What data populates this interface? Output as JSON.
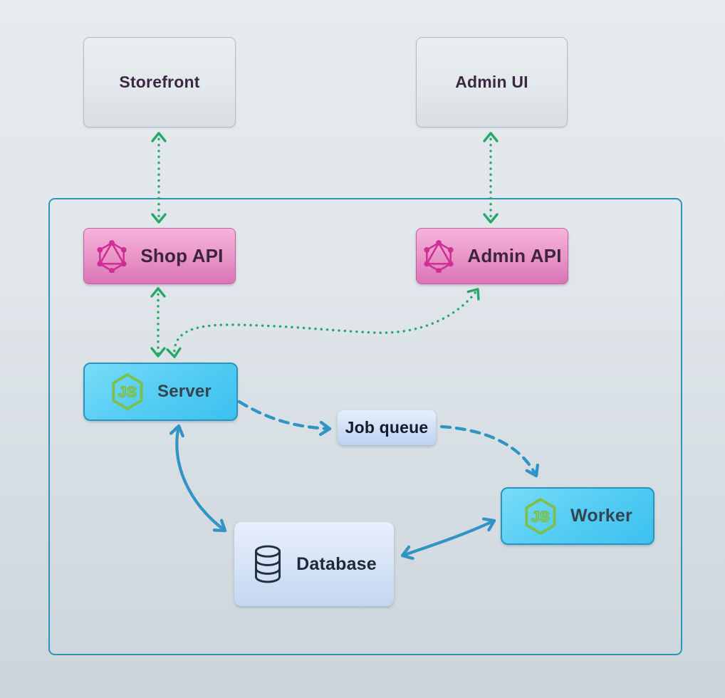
{
  "diagram": {
    "title": "E-commerce server architecture diagram",
    "nodes": {
      "storefront": {
        "label": "Storefront"
      },
      "admin_ui": {
        "label": "Admin UI"
      },
      "shop_api": {
        "label": "Shop API",
        "icon": "graphql-icon"
      },
      "admin_api": {
        "label": "Admin API",
        "icon": "graphql-icon"
      },
      "server": {
        "label": "Server",
        "icon": "nodejs-icon"
      },
      "job_queue": {
        "label": "Job queue"
      },
      "worker": {
        "label": "Worker",
        "icon": "nodejs-icon"
      },
      "database": {
        "label": "Database",
        "icon": "database-cylinder-icon"
      }
    },
    "edges": [
      {
        "from": "storefront",
        "to": "shop_api",
        "style": "dotted",
        "direction": "both"
      },
      {
        "from": "admin_ui",
        "to": "admin_api",
        "style": "dotted",
        "direction": "both"
      },
      {
        "from": "shop_api",
        "to": "server",
        "style": "dotted",
        "direction": "both"
      },
      {
        "from": "server",
        "to": "admin_api",
        "style": "dotted",
        "direction": "both"
      },
      {
        "from": "server",
        "to": "job_queue",
        "style": "dashed",
        "direction": "forward"
      },
      {
        "from": "job_queue",
        "to": "worker",
        "style": "dashed",
        "direction": "forward"
      },
      {
        "from": "server",
        "to": "database",
        "style": "solid",
        "direction": "both"
      },
      {
        "from": "worker",
        "to": "database",
        "style": "solid",
        "direction": "both"
      }
    ],
    "colors": {
      "green_arrow": "#27a76b",
      "blue_arrow": "#3095c5",
      "container_border": "#2e93bb",
      "graphql_pink": "#ce2f95",
      "nodejs_green": "#7cc04a",
      "db_icon_ink": "#222f3e"
    }
  }
}
